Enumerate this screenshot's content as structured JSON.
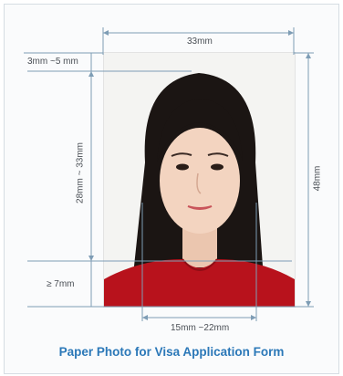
{
  "dimensions": {
    "top_width": "33mm",
    "top_margin": "3mm ~5 mm",
    "head_height": "28mm ~ 33mm",
    "chin_margin": "≥ 7mm",
    "photo_height": "48mm",
    "eye_width": "15mm ~22mm"
  },
  "caption": "Paper Photo for Visa Application Form",
  "colors": {
    "guide_line": "#7e9db5",
    "caption": "#2b78b8",
    "shirt": "#b8121c",
    "hair": "#1a1412",
    "skin": "#f2d2bd"
  }
}
